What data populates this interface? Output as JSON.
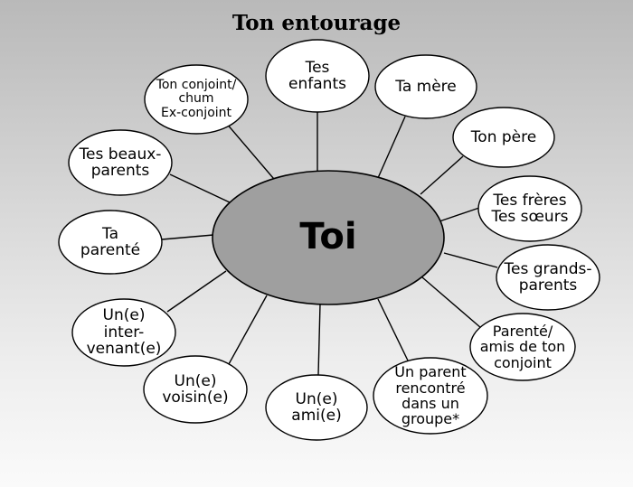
{
  "title": "Ton entourage",
  "center": {
    "label": "Toi"
  },
  "nodes": [
    {
      "id": "ton-conjoint",
      "label": "Ton conjoint/\nchum\nEx-conjoint"
    },
    {
      "id": "tes-enfants",
      "label": "Tes\nenfants"
    },
    {
      "id": "ta-mere",
      "label": "Ta mère"
    },
    {
      "id": "ton-pere",
      "label": "Ton père"
    },
    {
      "id": "tes-beaux-parents",
      "label": "Tes beaux-\nparents"
    },
    {
      "id": "tes-freres-soeurs",
      "label": "Tes frères\nTes sœurs"
    },
    {
      "id": "ta-parente",
      "label": "Ta\nparenté"
    },
    {
      "id": "tes-grands-parents",
      "label": "Tes grands-\nparents"
    },
    {
      "id": "intervenant",
      "label": "Un(e)\ninter-\nvenant(e)"
    },
    {
      "id": "parente-amis-conjoint",
      "label": "Parenté/\namis de ton\nconjoint"
    },
    {
      "id": "voisin",
      "label": "Un(e)\nvoisin(e)"
    },
    {
      "id": "ami",
      "label": "Un(e)\nami(e)"
    },
    {
      "id": "parent-groupe",
      "label": "Un parent\nrencontré\ndans un\ngroupe*"
    }
  ],
  "colors": {
    "node_fill": "#ffffff",
    "center_fill": "#9f9f9f",
    "stroke": "#000000"
  }
}
